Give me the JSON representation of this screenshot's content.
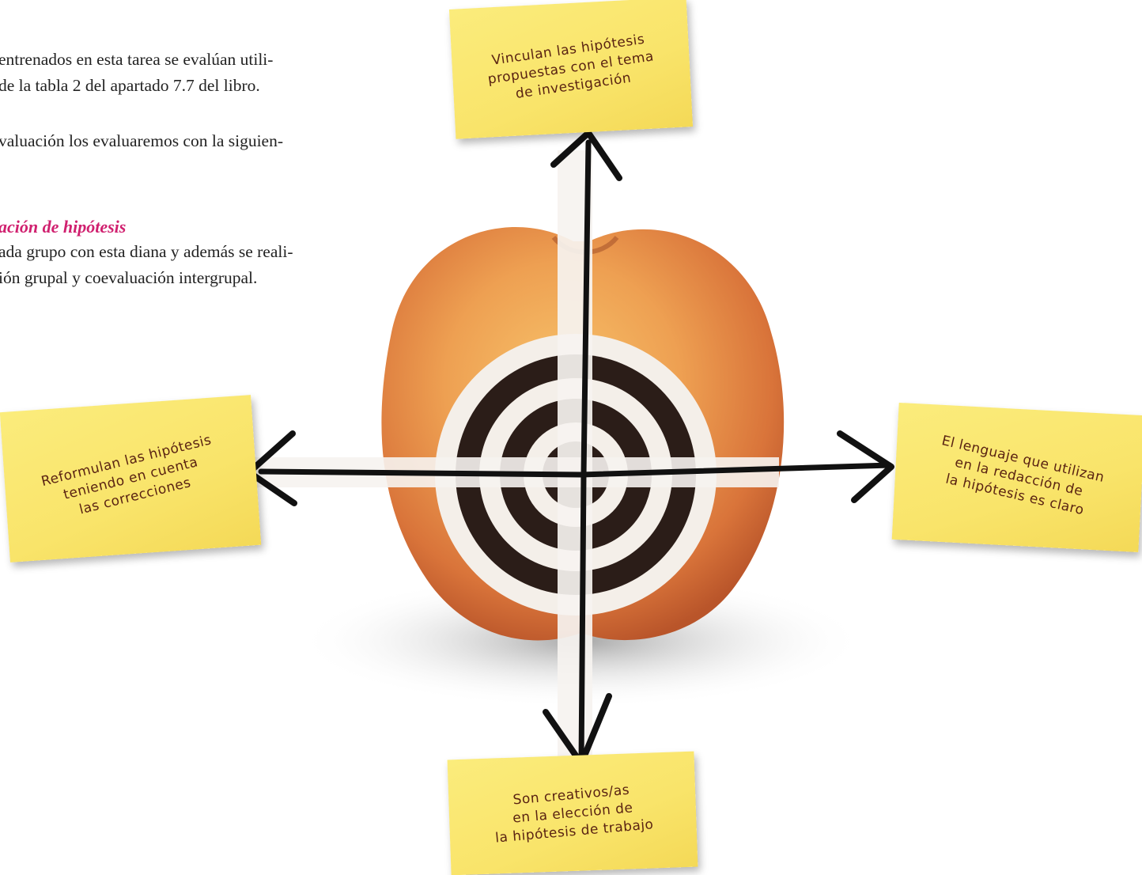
{
  "text": {
    "para1_line1": "entrenados en esta tarea se evalúan utili-",
    "para1_line2": "de la tabla 2 del apartado 7.7 del libro.",
    "para2_line1": "valuación los evaluaremos con la siguien-",
    "heading": "ación de hipótesis",
    "para3_line1": "ada grupo con esta diana y además se reali-",
    "para3_line2": "ión grupal y coevaluación intergrupal."
  },
  "notes": {
    "top": [
      "Vinculan las hipótesis",
      "propuestas con el tema",
      "de investigación"
    ],
    "left": [
      "Reformulan las hipótesis",
      "teniendo en cuenta",
      "las correcciones"
    ],
    "right": [
      "El lenguaje que utilizan",
      "en la redacción de",
      "la hipótesis es claro"
    ],
    "bottom": [
      "Son creativos/as",
      "en la elección de",
      "la hipótesis de trabajo"
    ]
  },
  "colors": {
    "heading": "#d0206f",
    "note": "#f9e46a",
    "ink": "#5a2312",
    "target": "#2b1d18"
  }
}
